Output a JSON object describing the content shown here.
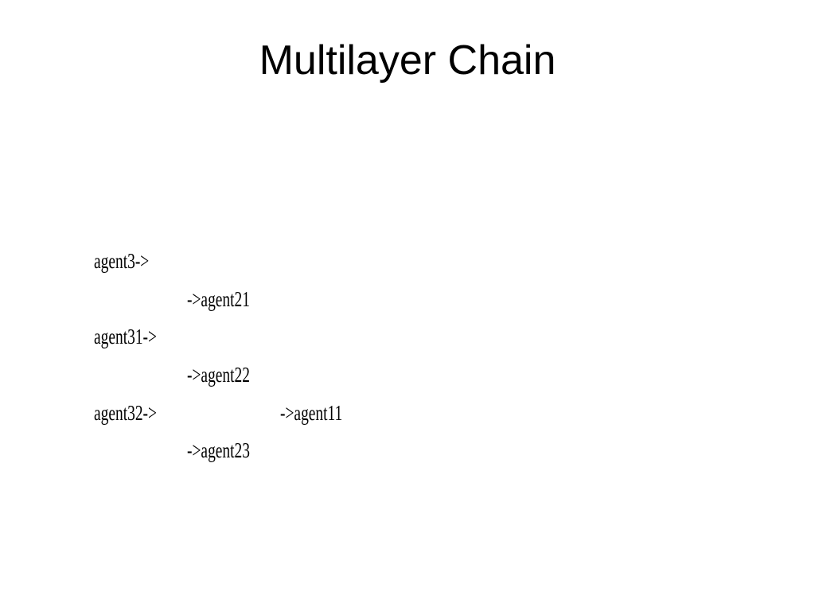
{
  "slide": {
    "title": "Multilayer Chain"
  },
  "chain": {
    "line1": "agent3->",
    "line2": "->agent21",
    "line3": "agent31->",
    "line4": "->agent22",
    "line5_left": "agent32->",
    "line5_right": "->agent11",
    "line6": "->agent23"
  }
}
